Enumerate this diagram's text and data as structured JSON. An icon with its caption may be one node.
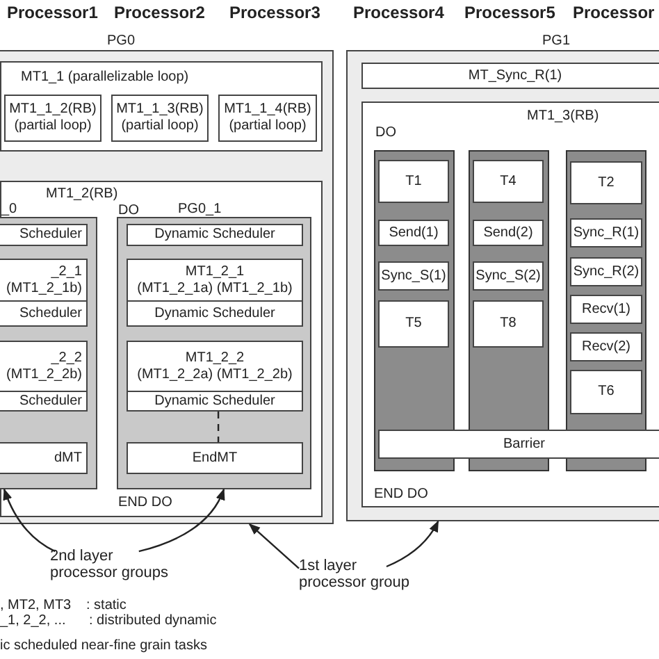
{
  "diagram": {
    "nodes": [
      {
        "text": [
          "PG0"
        ]
      },
      {
        "text": [
          "MT1_1 (parallelizable loop)"
        ],
        "in": 0
      },
      {
        "text": [
          "MT1_1_2(RB) (partial loop)"
        ],
        "in": 1
      },
      {
        "text": [
          "MT1_1_3(RB) (partial loop)"
        ],
        "in": 1
      },
      {
        "text": [
          "MT1_1_4(RB) (partial loop)"
        ],
        "in": 1
      },
      {
        "text": [
          "MT1_2(RB)",
          "DO",
          "END DO"
        ],
        "in": 0
      },
      {
        "text": [
          "_0"
        ],
        "in": 5
      },
      {
        "text": [
          "Scheduler"
        ],
        "in": 6
      },
      {
        "text": [
          "_2_1",
          "(MT1_2_1b)"
        ],
        "in": 6
      },
      {
        "text": [
          "Scheduler"
        ],
        "in": 6
      },
      {
        "text": [
          "_2_2",
          "(MT1_2_2b)"
        ],
        "in": 6
      },
      {
        "text": [
          "Scheduler"
        ],
        "in": 6
      },
      {
        "text": [
          "dMT"
        ],
        "in": 6
      },
      {
        "text": [
          "PG0_1"
        ],
        "in": 5
      },
      {
        "text": [
          "Dynamic Scheduler"
        ],
        "in": 13
      },
      {
        "text": [
          "MT1_2_1",
          "(MT1_2_1a) (MT1_2_1b)"
        ],
        "in": 13
      },
      {
        "text": [
          "Dynamic Scheduler"
        ],
        "in": 13
      },
      {
        "text": [
          "MT1_2_2",
          "(MT1_2_2a) (MT1_2_2b)"
        ],
        "in": 13
      },
      {
        "text": [
          "Dynamic Scheduler"
        ],
        "in": 13
      },
      {
        "text": [
          "EndMT"
        ],
        "in": 13
      },
      {
        "text": [
          "PG1"
        ]
      },
      {
        "text": [
          "MT_Sync_R(1)"
        ],
        "in": 20
      },
      {
        "text": [
          "MT1_3(RB)",
          "DO",
          "END DO"
        ],
        "in": 20
      },
      {
        "text": [],
        "shape": "bar",
        "in": 22
      },
      {
        "text": [
          "T1"
        ],
        "in": 23
      },
      {
        "text": [
          "Send(1)"
        ],
        "in": 23
      },
      {
        "text": [
          "Sync_S(1)"
        ],
        "in": 23
      },
      {
        "text": [
          "T5"
        ],
        "in": 23
      },
      {
        "text": [],
        "shape": "bar",
        "in": 22
      },
      {
        "text": [
          "T4"
        ],
        "in": 28
      },
      {
        "text": [
          "Send(2)"
        ],
        "in": 28
      },
      {
        "text": [
          "Sync_S(2)"
        ],
        "in": 28
      },
      {
        "text": [
          "T8"
        ],
        "in": 28
      },
      {
        "text": [],
        "shape": "bar",
        "in": 22
      },
      {
        "text": [
          "T2"
        ],
        "in": 33
      },
      {
        "text": [
          "Sync_R(1)"
        ],
        "in": 33
      },
      {
        "text": [
          "Sync_R(2)"
        ],
        "in": 33
      },
      {
        "text": [
          "Recv(1)"
        ],
        "in": 33
      },
      {
        "text": [
          "Recv(2)"
        ],
        "in": 33
      },
      {
        "text": [
          "T6"
        ],
        "in": 33
      },
      {
        "text": [
          "Barrier"
        ],
        "in": 22
      },
      {
        "text": [
          "2nd layer processor groups"
        ]
      },
      {
        "text": [
          "1st layer processor group"
        ]
      }
    ],
    "edges": [
      {
        "from": 18,
        "to": 19,
        "arrow": "none",
        "style": "dashed"
      },
      {
        "from": 41,
        "to": 6,
        "arrow": "to"
      },
      {
        "from": 41,
        "to": 13,
        "arrow": "to"
      },
      {
        "from": 42,
        "to": 0,
        "arrow": "to"
      },
      {
        "from": 42,
        "to": 20,
        "arrow": "to"
      }
    ],
    "labels": [
      "Processor1",
      "Processor2",
      "Processor3",
      "Processor4",
      "Processor5",
      "Processor",
      ", MT2, MT3",
      ": static",
      "_1, 2_2, ...",
      ": distributed dynamic",
      "ic scheduled near-fine grain tasks"
    ]
  }
}
